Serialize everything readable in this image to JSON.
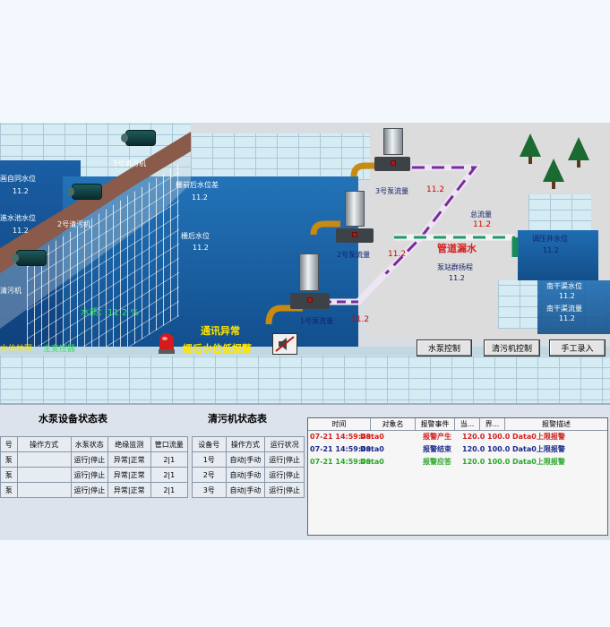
{
  "scene": {
    "labels": {
      "pump3_name": "3号清污机",
      "pump2_name": "2号清污机",
      "auto_level_in": "画自同水位",
      "auto_level_in_val": "11.2",
      "water_suction_level": "進水池水位",
      "water_suction_val": "11.2",
      "screen_diff": "栅前后水位差",
      "screen_diff_val": "11.2",
      "after_screen_level": "栅后水位",
      "after_screen_val": "11.2",
      "cleaner_left": "清污机",
      "water_quality": "水质：11.2 %",
      "comm_error": "通讯异常",
      "low_level_alarm": "栅后水位低报警",
      "bar_chart_link": "水位柱图",
      "main_ctrl_link": "主变控器",
      "pump1_flow": "1号泵流量",
      "pump1_val": "11.2",
      "pump2_flow": "2号泵流量",
      "pump2_val": "11.2",
      "pump3_flow": "3号泵流量",
      "pump3_val": "11.2",
      "total_flow": "总流量",
      "total_val": "11.2",
      "pipe_leak": "管道漏水",
      "station_pressure": "泵站群扬程",
      "station_pressure_val": "11.2",
      "regulating_well": "调压井水位",
      "regulating_val": "11.2",
      "south_plant_level": "南干渠水位",
      "south_plant_val": "11.2",
      "south_plant_flow": "南干渠流量",
      "south_plant_flow_val": "11.2"
    },
    "buttons": {
      "pump_ctrl": "水泵控制",
      "cleaner_ctrl": "清污机控制",
      "manual_entry": "手工录入"
    }
  },
  "pump_table": {
    "title": "水泵设备状态表",
    "headers": [
      "号",
      "操作方式",
      "水泵状态",
      "绝缘监测",
      "管口流量"
    ],
    "rows": [
      [
        "泵",
        "",
        "运行|停止",
        "异常|正常",
        "2|1"
      ],
      [
        "泵",
        "",
        "运行|停止",
        "异常|正常",
        "2|1"
      ],
      [
        "泵",
        "",
        "运行|停止",
        "异常|正常",
        "2|1"
      ]
    ]
  },
  "cleaner_table": {
    "title": "清污机状态表",
    "headers": [
      "设备号",
      "操作方式",
      "运行状况"
    ],
    "rows": [
      [
        "1号",
        "自动|手动",
        "运行|停止"
      ],
      [
        "2号",
        "自动|手动",
        "运行|停止"
      ],
      [
        "3号",
        "自动|手动",
        "运行|停止"
      ]
    ]
  },
  "alarm_table": {
    "headers": [
      "时间",
      "对象名",
      "报警事件",
      "当...",
      "界...",
      "报警描述"
    ],
    "rows": [
      {
        "time": "07-21 14:59:49.",
        "obj": "Data0",
        "event": "报警产生",
        "val": "120.0",
        "limit": "100.0",
        "desc": "Data0上限报警",
        "color": "#d42020"
      },
      {
        "time": "07-21 14:59:49.",
        "obj": "Data0",
        "event": "报警结束",
        "val": "120.0",
        "limit": "100.0",
        "desc": "Data0上限报警",
        "color": "#1c2a8c"
      },
      {
        "time": "07-21 14:59:49.",
        "obj": "Data0",
        "event": "报警应答",
        "val": "120.0",
        "limit": "100.0",
        "desc": "Data0上限报警",
        "color": "#2aa82a"
      }
    ]
  },
  "colors": {
    "water": "#1b63a8",
    "pipe_purple": "#7a2a9c",
    "pipe_green": "#1f9a6a",
    "pipe_yellow": "#c88a10",
    "alarm_red": "#d42020",
    "label_yellow": "#ffe400",
    "label_green": "#38e060"
  },
  "icons": {
    "alarm_light": "red-beacon-icon",
    "mute": "mute-speaker-icon",
    "tree": "pine-tree-icon"
  }
}
